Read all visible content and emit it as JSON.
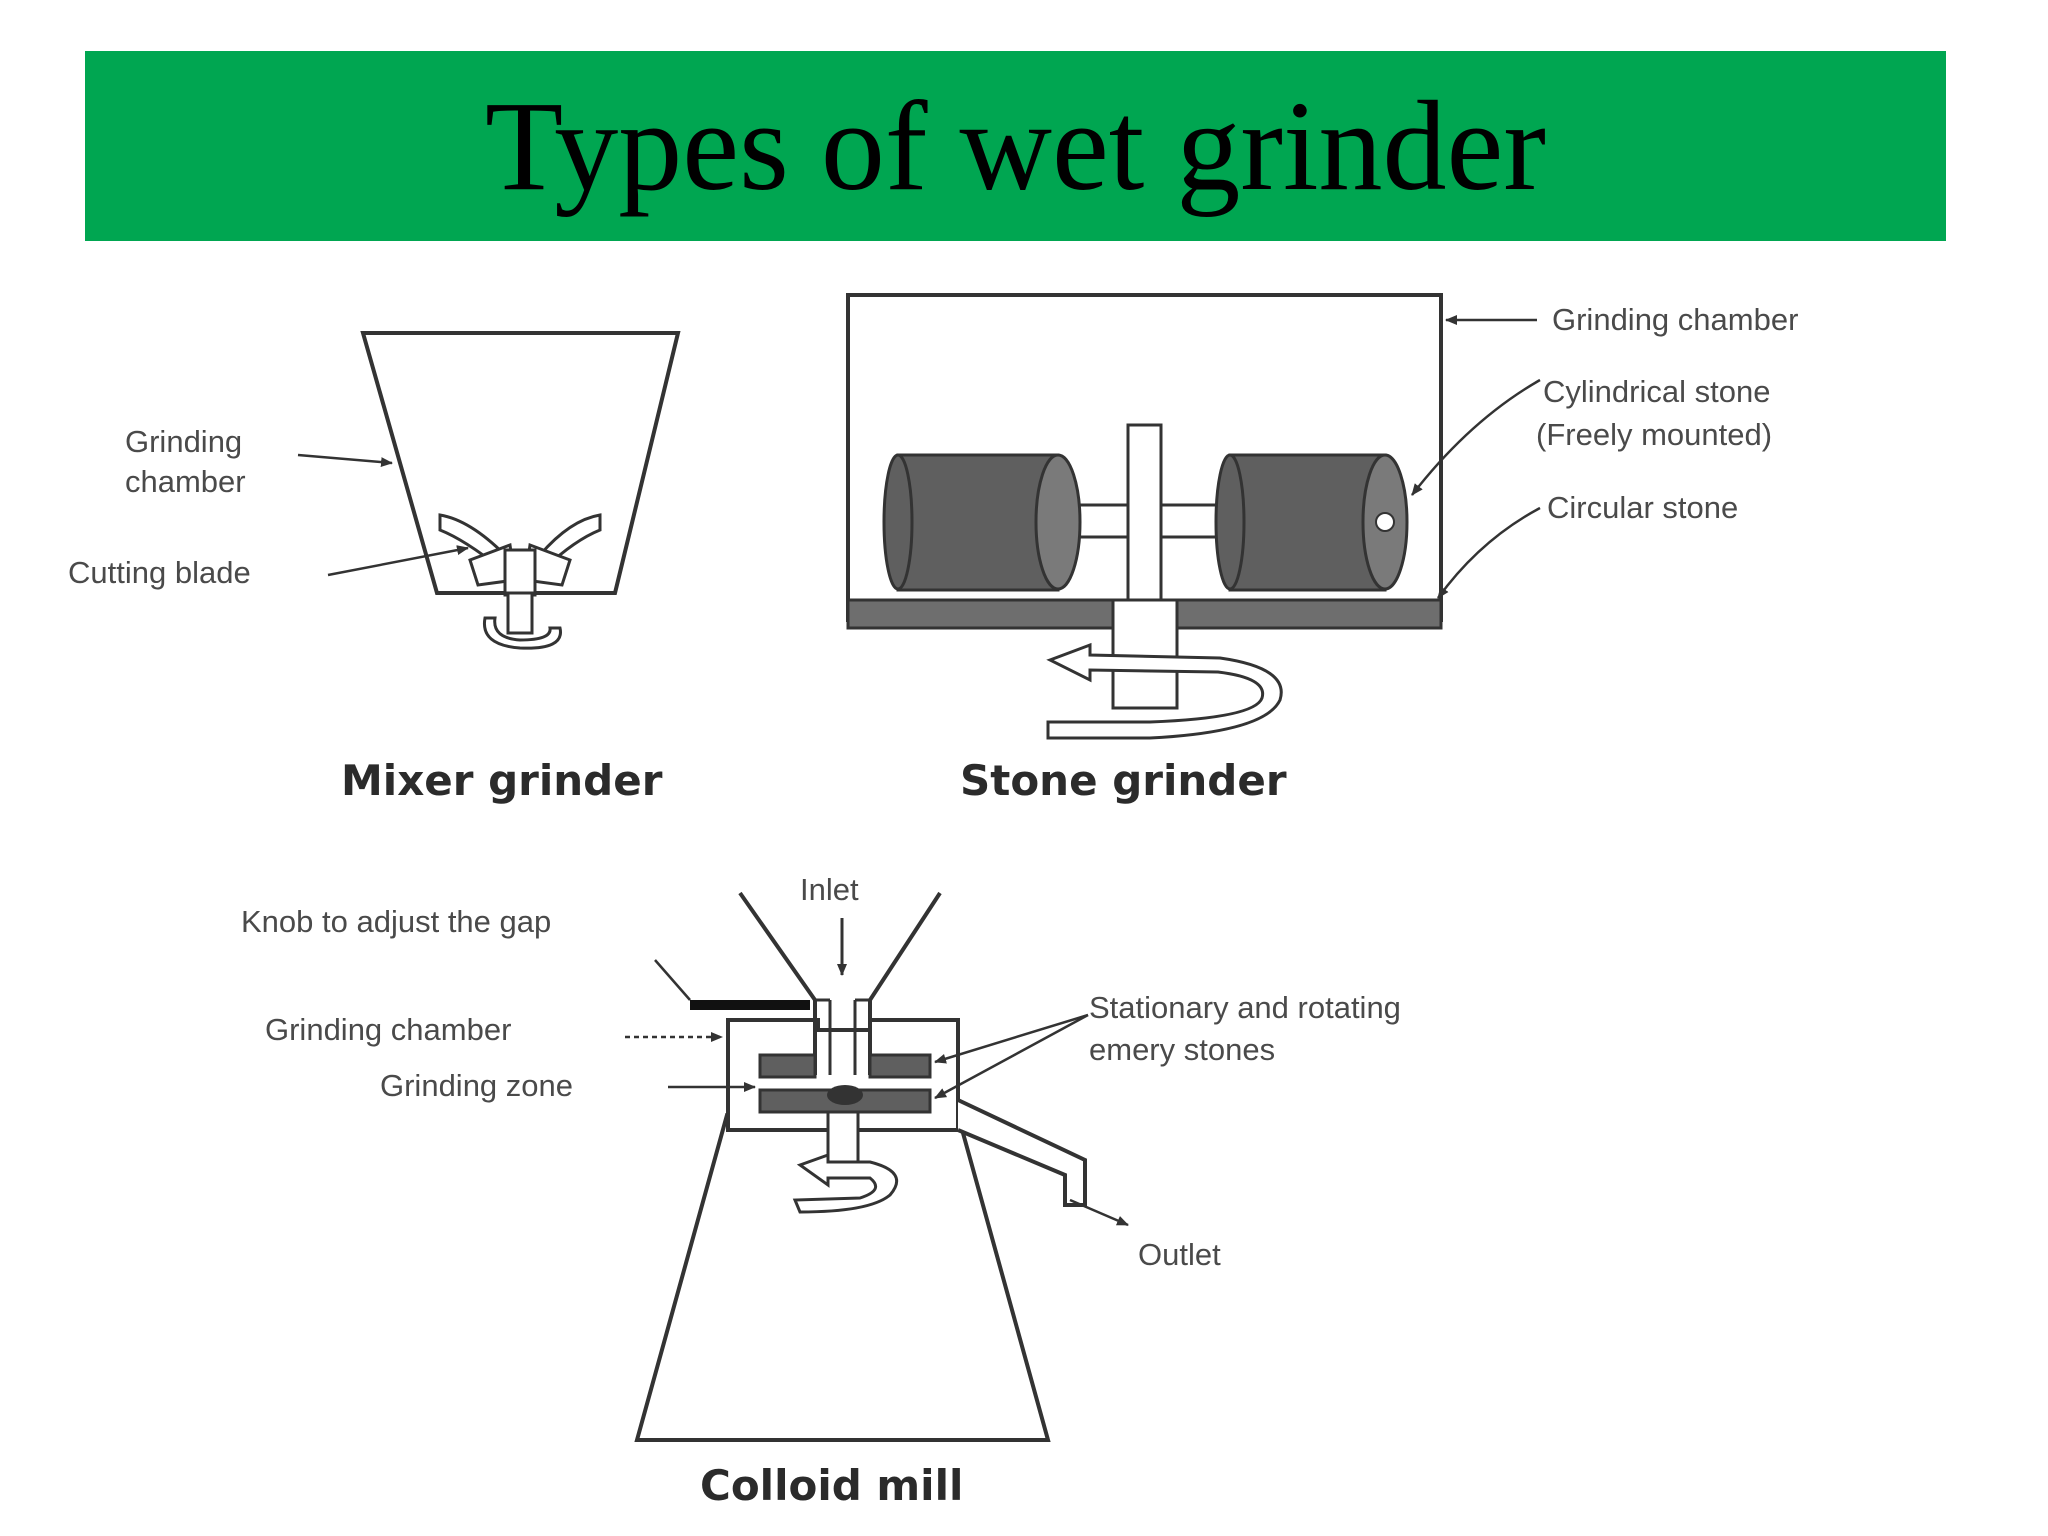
{
  "title": "Types of wet grinder",
  "mixer": {
    "caption": "Mixer grinder",
    "label_chamber_1": "Grinding",
    "label_chamber_2": "chamber",
    "label_blade": "Cutting blade"
  },
  "stone": {
    "caption": "Stone grinder",
    "label_chamber": "Grinding chamber",
    "label_cyl_1": "Cylindrical stone",
    "label_cyl_2": "(Freely mounted)",
    "label_circular": "Circular stone"
  },
  "colloid": {
    "caption": "Colloid mill",
    "label_inlet": "Inlet",
    "label_knob": "Knob to adjust the gap",
    "label_chamber": "Grinding chamber",
    "label_zone": "Grinding zone",
    "label_stones_1": "Stationary and rotating",
    "label_stones_2": "emery stones",
    "label_outlet": "Outlet"
  },
  "colors": {
    "banner": "#00a651",
    "stone_fill": "#5f5f5f",
    "base_fill": "#6e6e6e"
  }
}
